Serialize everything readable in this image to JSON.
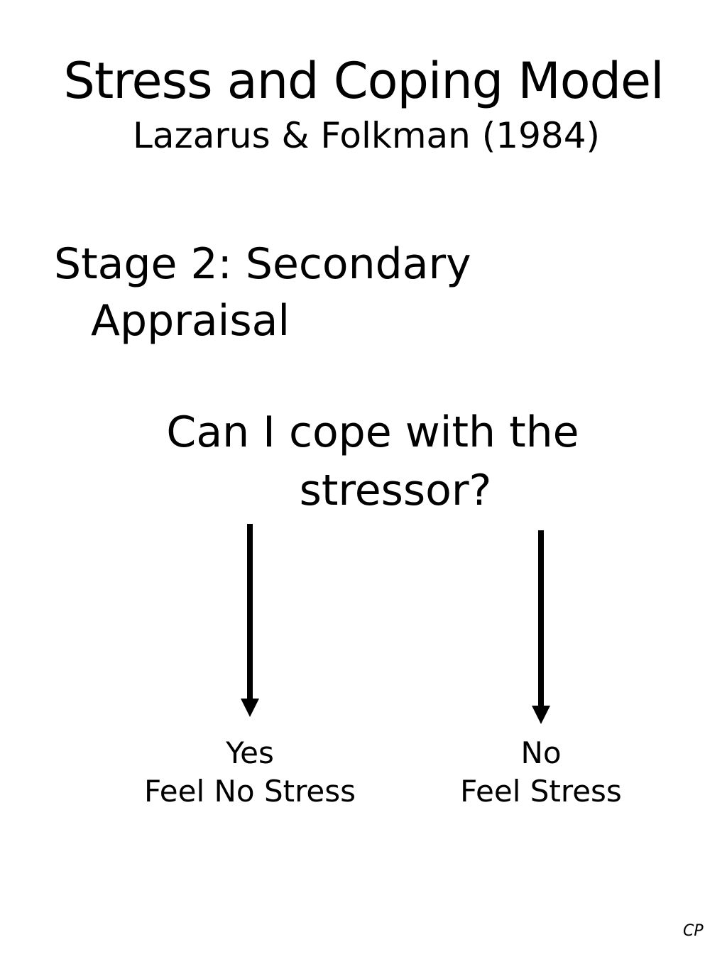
{
  "slide": {
    "title": "Stress and Coping Model",
    "subtitle": "Lazarus & Folkman (1984)",
    "stage": {
      "line1": "Stage 2: Secondary",
      "line2": "Appraisal"
    },
    "question": {
      "line1": "Can I cope with the",
      "line2": "stressor?"
    },
    "outcomes": [
      {
        "answer": "Yes",
        "result": "Feel No Stress"
      },
      {
        "answer": "No",
        "result": "Feel Stress"
      }
    ],
    "credit": "CP"
  },
  "colors": {
    "text": "#000000",
    "background": "#ffffff",
    "arrow": "#000000"
  }
}
